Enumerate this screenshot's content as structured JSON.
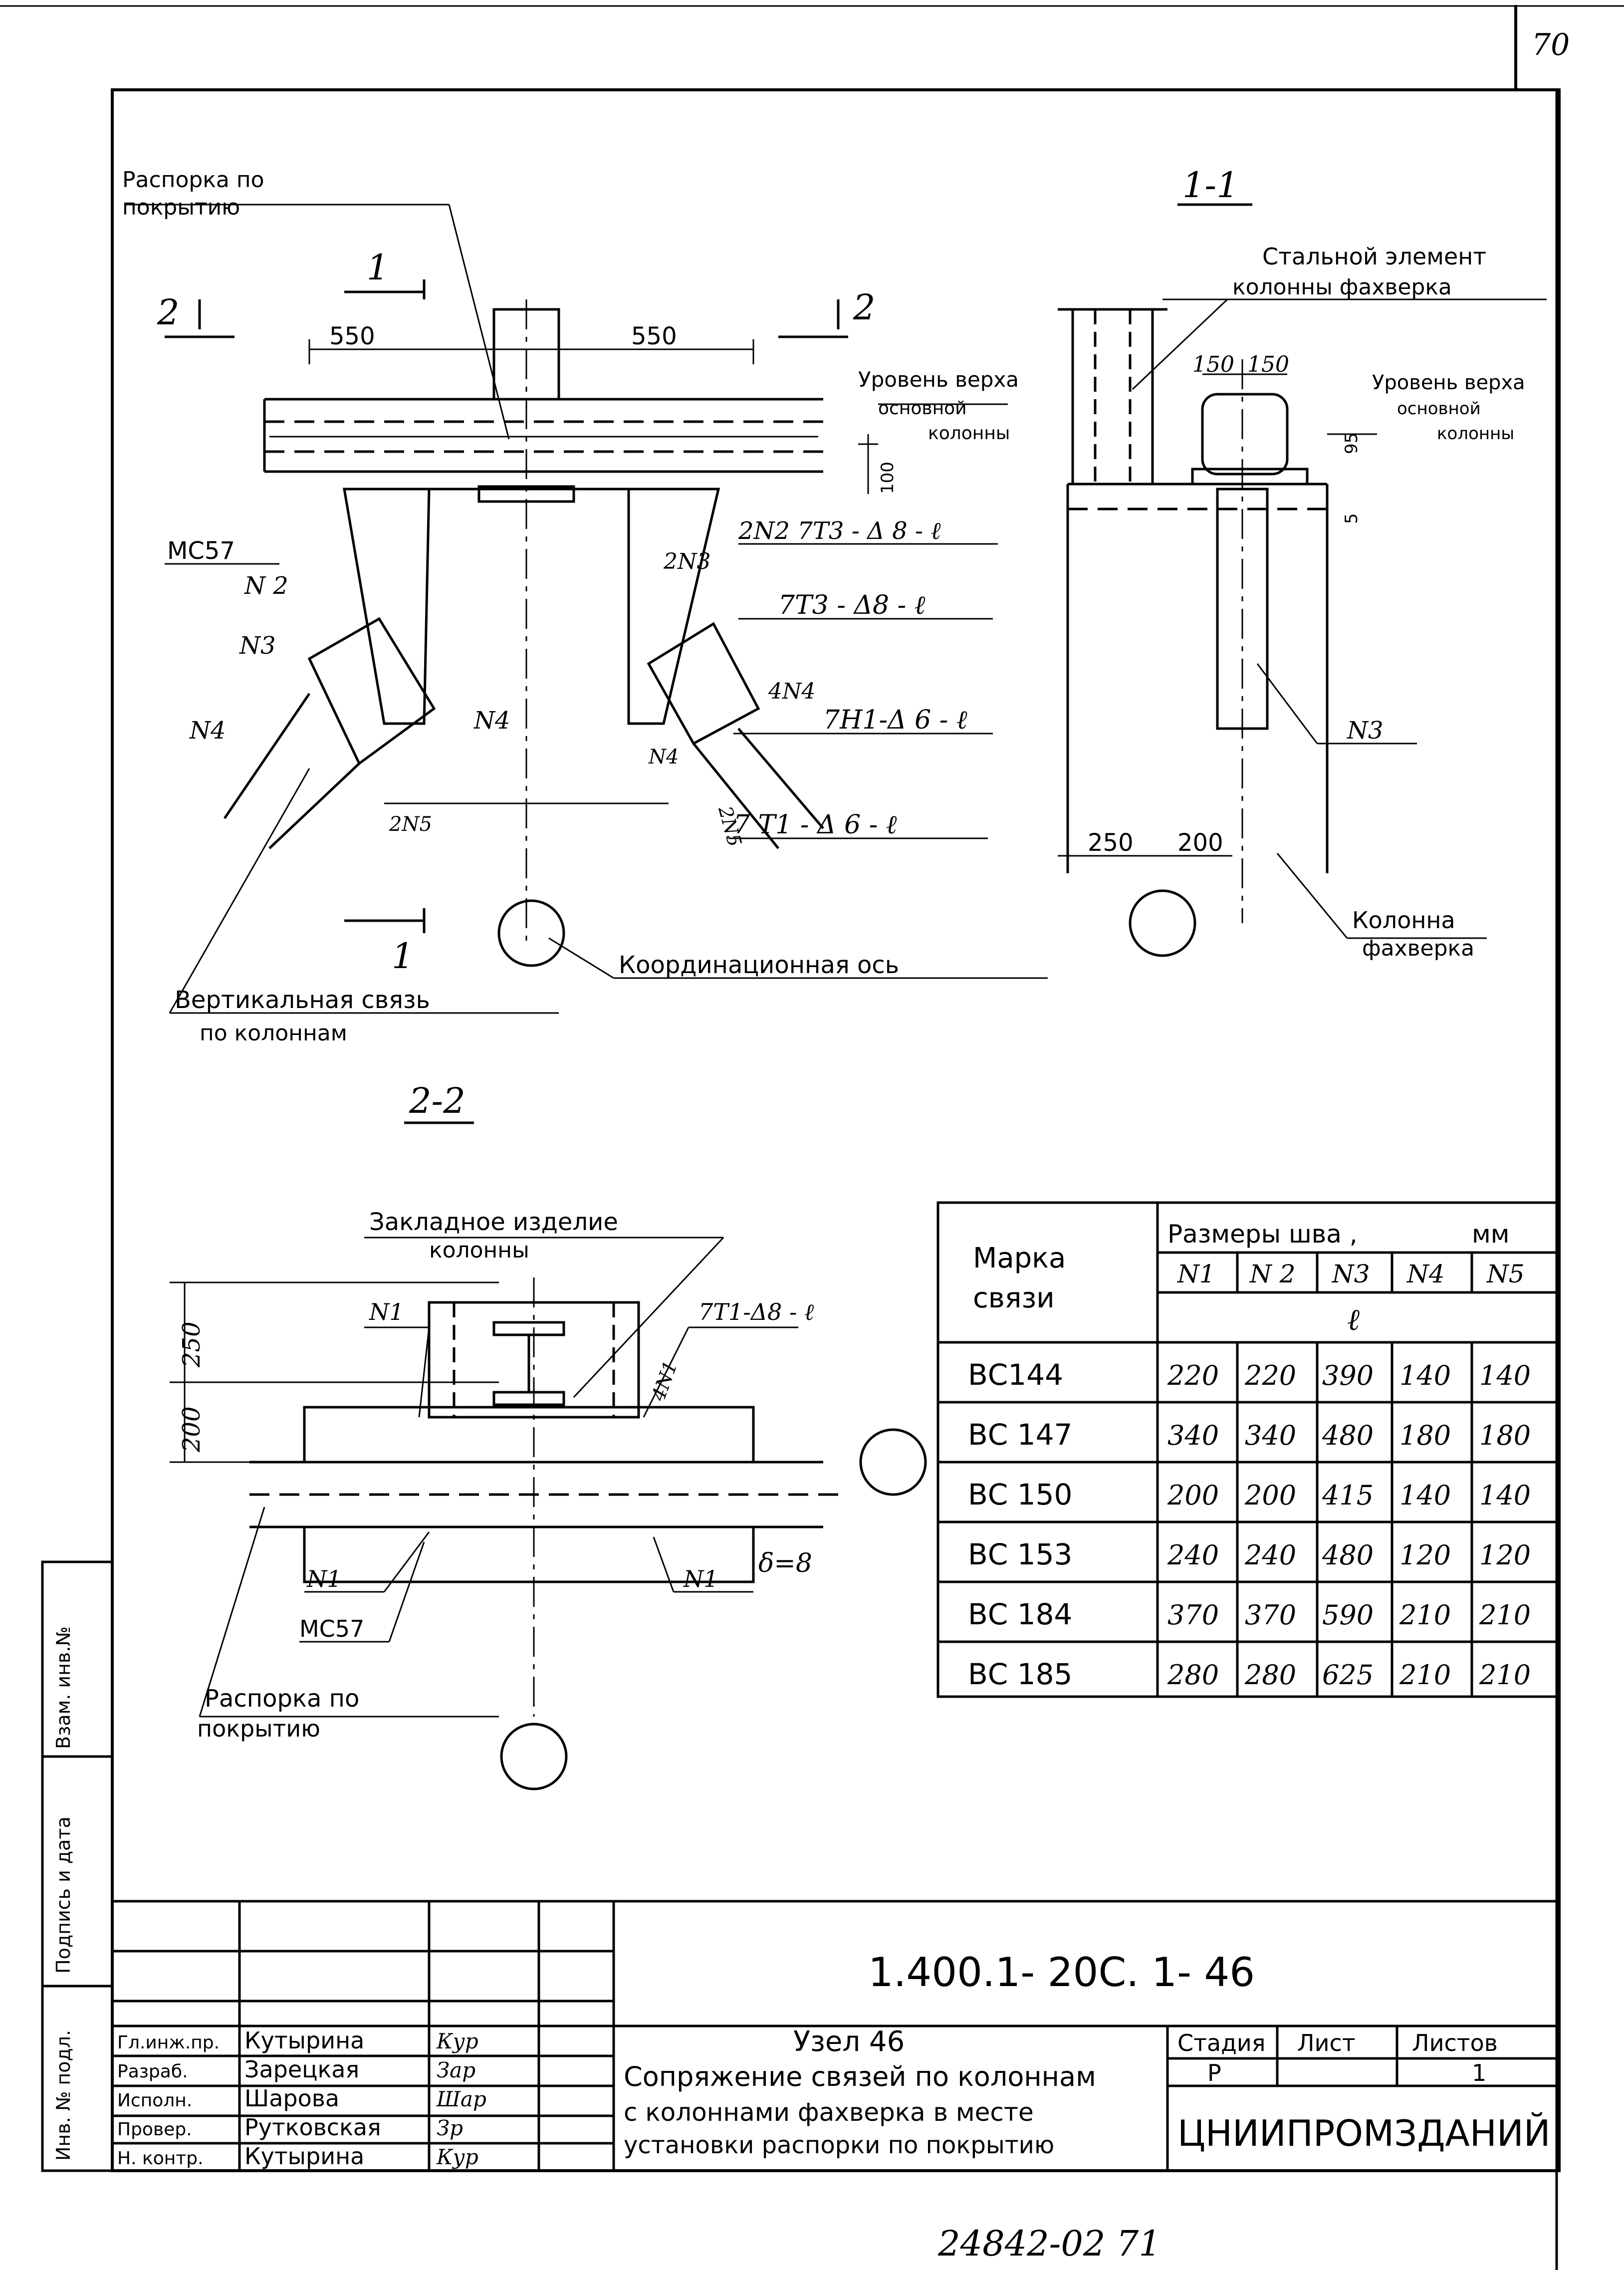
{
  "sheet_corner_number": "70",
  "bottom_stamp": "24842-02  71",
  "left_strip": {
    "vzam_inv": "Взам. инв.№",
    "podpis_data": "Подпись и дата",
    "inv_podl": "Инв. № подл."
  },
  "section_1_1": {
    "title": "1-1",
    "label_steel_element_l1": "Стальной элемент",
    "label_steel_element_l2": "колонны фахверка",
    "label_level_l1": "Уровень верха",
    "label_level_l2": "основной",
    "label_level_l3": "колонны",
    "dim_150a": "150",
    "dim_150b": "150",
    "dim_95": "95",
    "dim_5": "5",
    "label_n3": "N3",
    "dim_250": "250",
    "dim_200": "200",
    "label_column_l1": "Колонна",
    "label_column_l2": "фахверка"
  },
  "plan_view": {
    "label_strut_l1": "Распорка по",
    "label_strut_l2": "покрытию",
    "cut_2_left": "2",
    "cut_2_right": "2",
    "cut_1_top": "1",
    "cut_1_bottom": "1",
    "dim_550_left": "550",
    "dim_550_right": "550",
    "label_level_l1": "Уровень верха",
    "label_level_l2": "основной",
    "label_level_l3": "колонны",
    "dim_100": "100",
    "label_mc57": "МС57",
    "label_n2": "N 2",
    "label_n3": "N3",
    "label_n4_left": "N4",
    "label_n4_mid": "N4",
    "label_2n5": "2N5",
    "weld_1": "2N2 7Т3 - Δ 8 - ℓ",
    "weld_2": "2N3",
    "weld_3": "7Т3 - Δ8 - ℓ",
    "weld_4": "4N4",
    "weld_5": "7Н1-Δ 6 - ℓ",
    "label_n4_right": "N4",
    "label_2n5_right": "2N5",
    "weld_6": "7 Т1 - Δ 6 - ℓ",
    "label_coord_axis": "Координационная ось",
    "label_vert_brace_l1": "Вертикальная связь",
    "label_vert_brace_l2": "по колоннам"
  },
  "section_2_2": {
    "title": "2-2",
    "label_embedded_l1": "Закладное изделие",
    "label_embedded_l2": "колонны",
    "label_n1_top": "N1",
    "weld_top": "7Т1-Δ8 - ℓ",
    "label_4n1": "4N1",
    "dim_250": "250",
    "dim_200": "200",
    "label_delta": "δ=8",
    "label_n1_bl": "N1",
    "label_n1_br": "N1",
    "label_mc57": "МС57",
    "label_strut_l1": "Распорка по",
    "label_strut_l2": "покрытию"
  },
  "weld_table": {
    "col_mark_l1": "Марка",
    "col_mark_l2": "связи",
    "col_group": "Размеры шва ,",
    "col_unit": "мм",
    "subcols": [
      "N1",
      "N 2",
      "N3",
      "N4",
      "N5"
    ],
    "sub_ell": "ℓ",
    "rows": [
      {
        "mark": "ВС144",
        "v": [
          "220",
          "220",
          "390",
          "140",
          "140"
        ]
      },
      {
        "mark": "ВС 147",
        "v": [
          "340",
          "340",
          "480",
          "180",
          "180"
        ]
      },
      {
        "mark": "ВС 150",
        "v": [
          "200",
          "200",
          "415",
          "140",
          "140"
        ]
      },
      {
        "mark": "ВС 153",
        "v": [
          "240",
          "240",
          "480",
          "120",
          "120"
        ]
      },
      {
        "mark": "ВС 184",
        "v": [
          "370",
          "370",
          "590",
          "210",
          "210"
        ]
      },
      {
        "mark": "ВС 185",
        "v": [
          "280",
          "280",
          "625",
          "210",
          "210"
        ]
      }
    ]
  },
  "title_block": {
    "doc_code": "1.400.1- 20С. 1- 46",
    "node_title": "Узел 46",
    "desc_l1": "Сопряжение связей по колоннам",
    "desc_l2": "с колоннами фахверка в месте",
    "desc_l3": "установки распорки по покрытию",
    "stage_header": "Стадия",
    "sheet_header": "Лист",
    "sheets_header": "Листов",
    "stage_value": "Р",
    "sheet_value": "",
    "sheets_value": "1",
    "organization": "ЦНИИПРОМЗДАНИЙ",
    "signatures": [
      {
        "role": "Гл.инж.пр.",
        "name": "Кутырина",
        "sign": "Кур"
      },
      {
        "role": "Разраб.",
        "name": "Зарецкая",
        "sign": "Зар"
      },
      {
        "role": "Исполн.",
        "name": "Шарова",
        "sign": "Шар"
      },
      {
        "role": "Провер.",
        "name": "Рутковская",
        "sign": "Зр"
      },
      {
        "role": "Н. контр.",
        "name": "Кутырина",
        "sign": "Кур"
      }
    ]
  }
}
